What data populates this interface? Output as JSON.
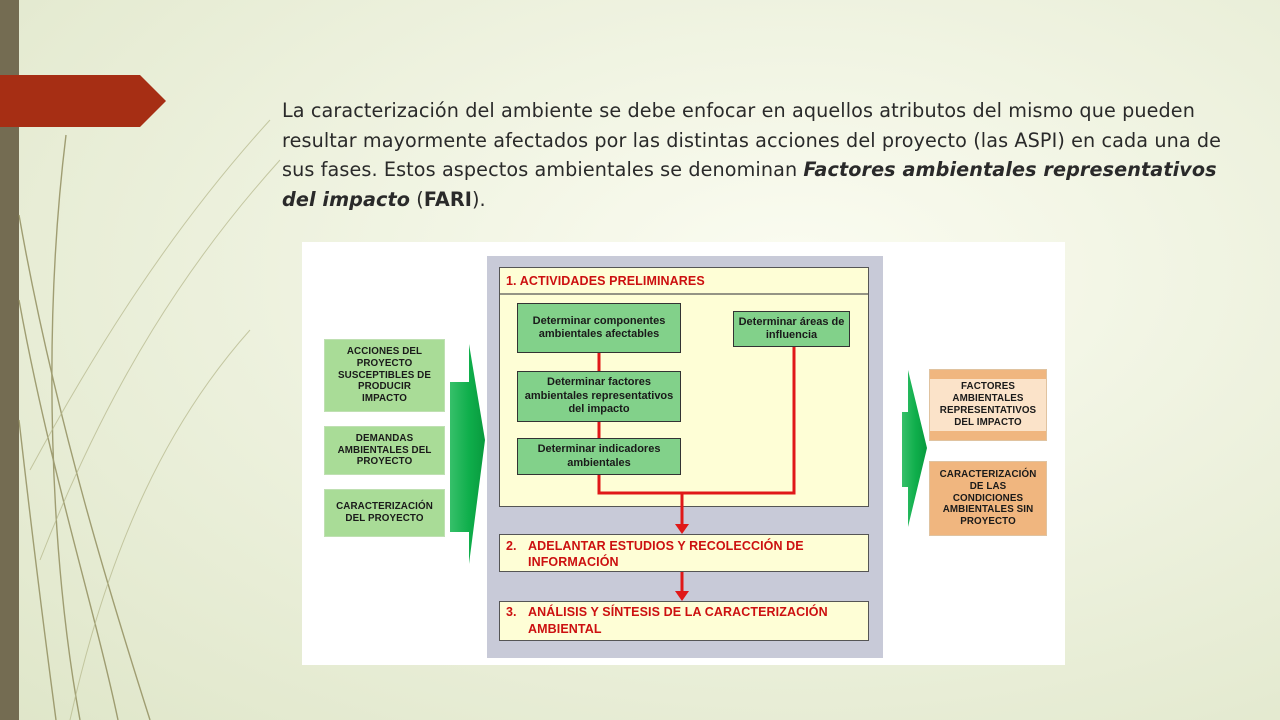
{
  "slide": {
    "paragraph": {
      "intro": "La caracterización del ambiente se debe enfocar en aquellos atributos del mismo que pueden resultar mayormente afectados por las distintas acciones del proyecto (las ASPI) en cada una de sus fases. Estos aspectos ambientales se denominan ",
      "bold_italic": "Factores ambientales representativos del impacto",
      "open_paren": " (",
      "acronym": "FARI",
      "close": ")."
    }
  },
  "diagram": {
    "inputs": [
      "ACCIONES DEL PROYECTO SUSCEPTIBLES DE PRODUCIR IMPACTO",
      "DEMANDAS AMBIENTALES DEL PROYECTO",
      "CARACTERIZACIÓN DEL PROYECTO"
    ],
    "stage1": {
      "title": "1.   ACTIVIDADES PRELIMINARES",
      "steps": [
        "Determinar componentes ambientales afectables",
        "Determinar factores ambientales representativos del impacto",
        "Determinar indicadores ambientales"
      ],
      "side_step": "Determinar áreas de influencia"
    },
    "stage2": {
      "number": "2.",
      "title_lines": [
        "ADELANTAR ESTUDIOS Y RECOLECCIÓN DE",
        "INFORMACIÓN"
      ]
    },
    "stage3": {
      "number": "3.",
      "title_lines": [
        "ANÁLISIS Y SÍNTESIS DE LA CARACTERIZACIÓN",
        "AMBIENTAL"
      ]
    },
    "outputs": [
      "FACTORES AMBIENTALES REPRESENTATIVOS DEL IMPACTO",
      "CARACTERIZACIÓN DE LAS CONDICIONES AMBIENTALES SIN PROYECTO"
    ],
    "colors": {
      "stage_title": "#cc1010",
      "connector": "#e01818",
      "step_fill": "#82d18a",
      "input_fill": "#a9dc97",
      "output_fill": "#f0b67f",
      "stage_fill": "#fefed6",
      "panel_fill": "#c8cad8",
      "arrow_green": "#0fae4b",
      "accent_tab": "#a62e14",
      "sidebar": "#746c52"
    }
  }
}
